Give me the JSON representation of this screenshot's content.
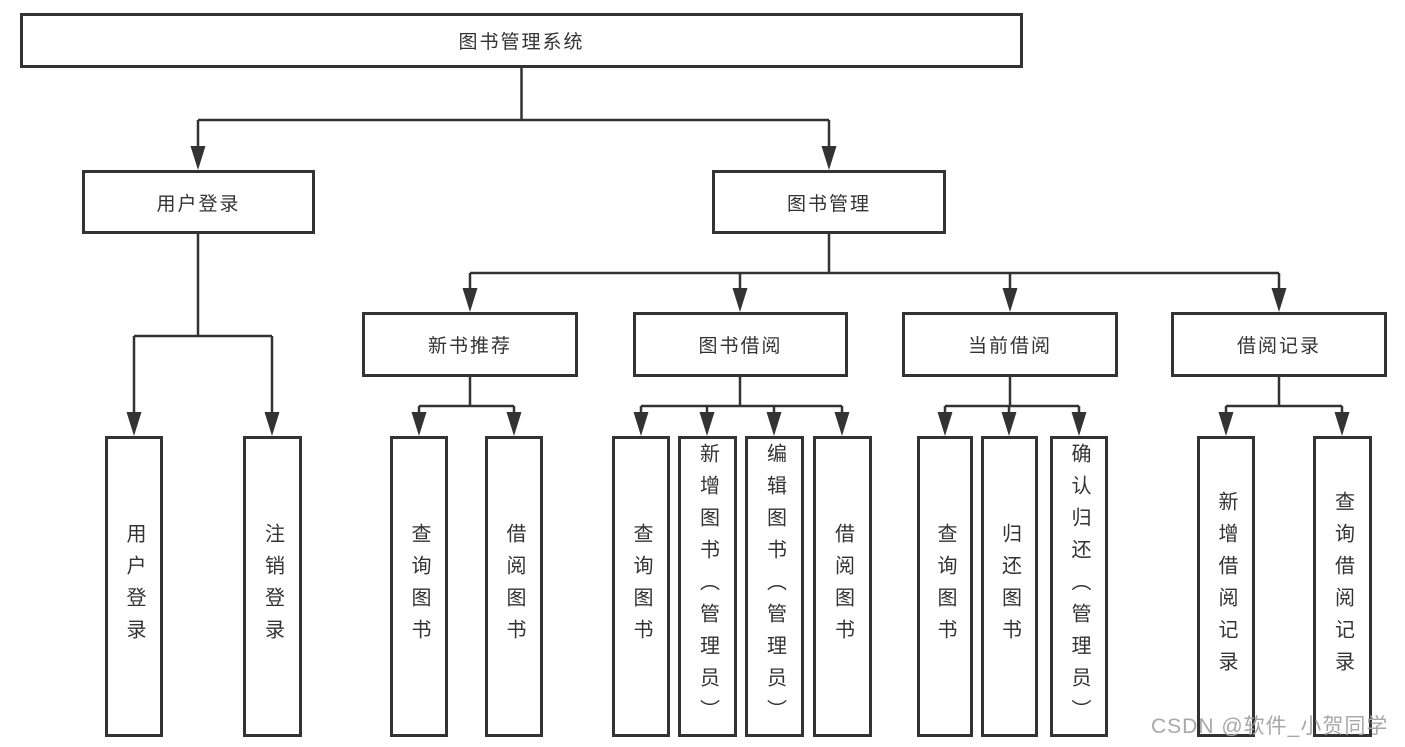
{
  "diagram": {
    "title": "图书管理系统",
    "branches": [
      {
        "label": "用户登录",
        "children": [
          {
            "label": "用户登录"
          },
          {
            "label": "注销登录"
          }
        ]
      },
      {
        "label": "图书管理",
        "children": [
          {
            "label": "新书推荐",
            "children": [
              {
                "label": "查询图书"
              },
              {
                "label": "借阅图书"
              }
            ]
          },
          {
            "label": "图书借阅",
            "children": [
              {
                "label": "查询图书"
              },
              {
                "label": "新增图书（管理员）"
              },
              {
                "label": "编辑图书（管理员）"
              },
              {
                "label": "借阅图书"
              }
            ]
          },
          {
            "label": "当前借阅",
            "children": [
              {
                "label": "查询图书"
              },
              {
                "label": "归还图书"
              },
              {
                "label": "确认归还（管理员）"
              }
            ]
          },
          {
            "label": "借阅记录",
            "children": [
              {
                "label": "新增借阅记录"
              },
              {
                "label": "查询借阅记录"
              }
            ]
          }
        ]
      }
    ]
  },
  "watermark": "CSDN @软件_小贺同学",
  "colors": {
    "line": "#333333",
    "box_border": "#333333",
    "text": "#333333",
    "watermark": "#a8a8a8",
    "background": "#ffffff"
  }
}
